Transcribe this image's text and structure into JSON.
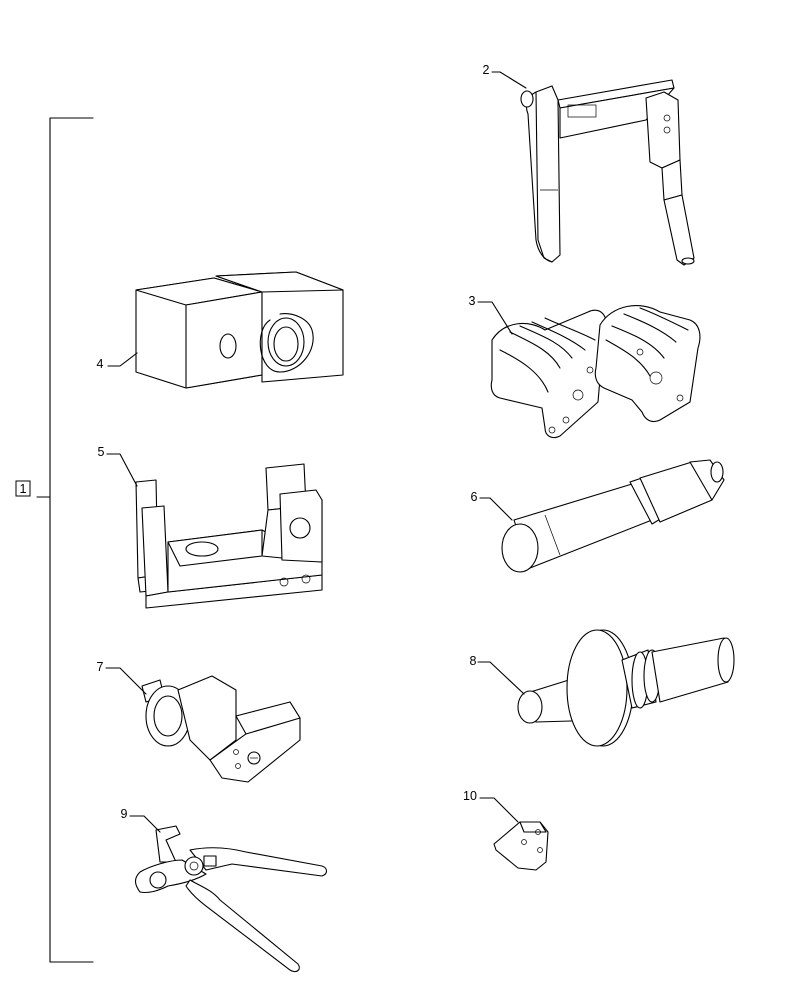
{
  "kit": {
    "label": "1"
  },
  "callouts": [
    {
      "id": "2",
      "label": "2"
    },
    {
      "id": "3",
      "label": "3"
    },
    {
      "id": "4",
      "label": "4"
    },
    {
      "id": "5",
      "label": "5"
    },
    {
      "id": "6",
      "label": "6"
    },
    {
      "id": "7",
      "label": "7"
    },
    {
      "id": "8",
      "label": "8"
    },
    {
      "id": "9",
      "label": "9"
    },
    {
      "id": "10",
      "label": "10"
    }
  ]
}
